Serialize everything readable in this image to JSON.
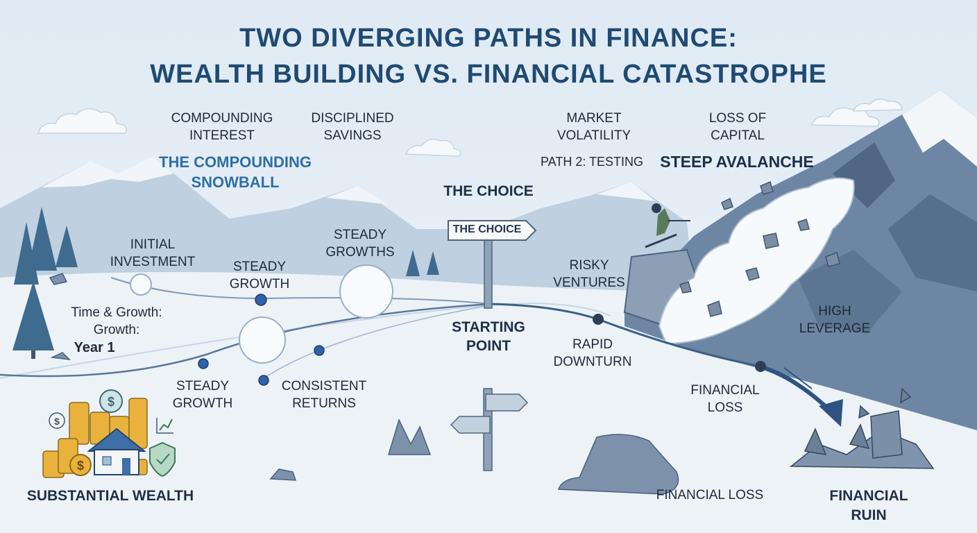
{
  "title": {
    "line1": "TWO DIVERGING PATHS IN FINANCE:",
    "line2": "WEALTH BUILDING VS. FINANCIAL CATASTROPHE"
  },
  "left_path": {
    "heading": "THE COMPOUNDING\nSNOWBALL",
    "labels": {
      "compounding_interest": "COMPOUNDING\nINTEREST",
      "disciplined_savings": "DISCIPLINED\nSAVINGS",
      "initial_investment": "INITIAL\nINVESTMENT",
      "steady_growth_top": "STEADY\nGROWTH",
      "steady_growths": "STEADY\nGROWTHS",
      "time_growth": "Time & Growth:\nGrowth:",
      "year": "Year 1",
      "steady_growth_bottom": "STEADY\nGROWTH",
      "consistent_returns": "CONSISTENT\nRETURNS",
      "substantial_wealth": "SUBSTANTIAL WEALTH"
    }
  },
  "center": {
    "the_choice_heading": "THE CHOICE",
    "sign_label": "THE CHOICE",
    "starting_point": "STARTING\nPOINT"
  },
  "right_path": {
    "heading": "STEEP AVALANCHE",
    "labels": {
      "market_volatility": "MARKET\nVOLATILITY",
      "loss_of_capital": "LOSS OF\nCAPITAL",
      "path2": "PATH 2: TESTING",
      "risky_ventures": "RISKY\nVENTURES",
      "high_leverage": "HIGH\nLEVERAGE",
      "rapid_downturn": "RAPID\nDOWNTURN",
      "financial_loss_mid": "FINANCIAL\nLOSS",
      "financial_loss_bottom": "FINANCIAL LOSS",
      "financial_ruin": "FINANCIAL RUIN"
    }
  },
  "colors": {
    "title": "#1f4a72",
    "snowball_heading": "#2f6fa5",
    "path_line": "#3a5f85",
    "milestone_dot": "#2f63a8",
    "mountain": "#5f7a97",
    "coin": "#e9b23c"
  },
  "icons": [
    "pine-tree-icon",
    "snowball-icon",
    "signpost-icon",
    "skier-icon",
    "coin-stack-icon",
    "house-icon",
    "shield-icon",
    "chart-icon",
    "rubble-icon"
  ]
}
